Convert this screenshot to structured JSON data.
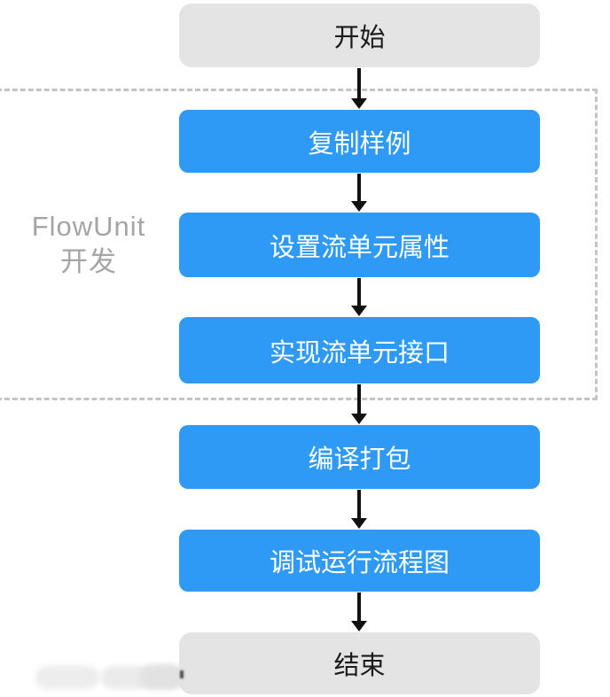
{
  "diagram": {
    "nodes": [
      {
        "id": "start",
        "type": "terminal",
        "label": "开始"
      },
      {
        "id": "copy-sample",
        "type": "process",
        "label": "复制样例"
      },
      {
        "id": "set-flowunit-attributes",
        "type": "process",
        "label": "设置流单元属性"
      },
      {
        "id": "implement-flowunit-interface",
        "type": "process",
        "label": "实现流单元接口"
      },
      {
        "id": "compile-package",
        "type": "process",
        "label": "编译打包"
      },
      {
        "id": "debug-run-flowchart",
        "type": "process",
        "label": "调试运行流程图"
      },
      {
        "id": "end",
        "type": "terminal",
        "label": "结束"
      }
    ],
    "edges": [
      {
        "from": "start",
        "to": "copy-sample"
      },
      {
        "from": "copy-sample",
        "to": "set-flowunit-attributes"
      },
      {
        "from": "set-flowunit-attributes",
        "to": "implement-flowunit-interface"
      },
      {
        "from": "implement-flowunit-interface",
        "to": "compile-package"
      },
      {
        "from": "compile-package",
        "to": "debug-run-flowchart"
      },
      {
        "from": "debug-run-flowchart",
        "to": "end"
      }
    ],
    "group": {
      "label_line1": "FlowUnit",
      "label_line2": "开发",
      "members": [
        "copy-sample",
        "set-flowunit-attributes",
        "implement-flowunit-interface"
      ]
    },
    "colors": {
      "process_fill": "#2E9AF6",
      "process_text": "#FFFFFF",
      "terminal_fill": "#E4E4E4",
      "terminal_text": "#1A1A1A",
      "arrow": "#111111",
      "group_border": "#C4C4C4",
      "group_label_text": "#A5A5A5"
    }
  }
}
